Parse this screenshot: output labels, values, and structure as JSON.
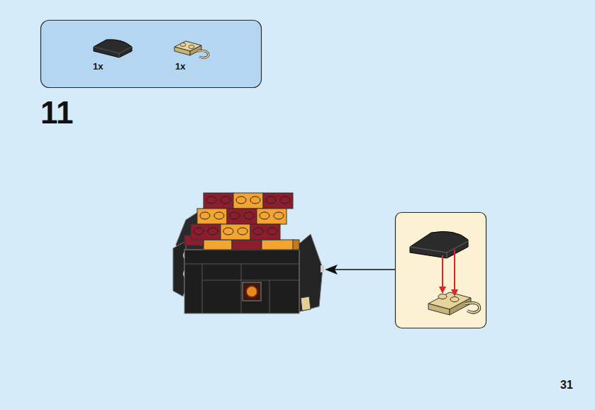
{
  "diagram": {
    "nodes": [
      {
        "text": [
          "1x",
          "1x"
        ]
      }
    ],
    "labels": [
      "11",
      "31"
    ]
  }
}
